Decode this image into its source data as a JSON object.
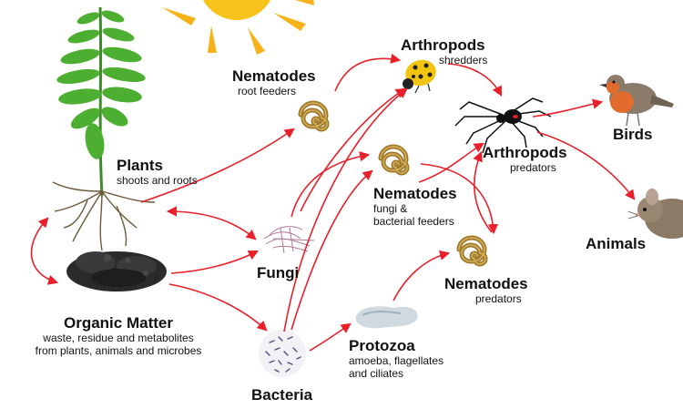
{
  "diagram": {
    "nodes": {
      "plants": {
        "title": "Plants",
        "subtitle": "shoots and roots"
      },
      "organic_matter": {
        "title": "Organic Matter",
        "subtitle_line1": "waste, residue and metabolites",
        "subtitle_line2": "from plants, animals and microbes"
      },
      "fungi": {
        "title": "Fungi"
      },
      "bacteria": {
        "title": "Bacteria"
      },
      "nematodes_root": {
        "title": "Nematodes",
        "subtitle": "root feeders"
      },
      "nematodes_fungi": {
        "title": "Nematodes",
        "subtitle_line1": "fungi &",
        "subtitle_line2": "bacterial feeders"
      },
      "nematodes_pred": {
        "title": "Nematodes",
        "subtitle": "predators"
      },
      "protozoa": {
        "title": "Protozoa",
        "subtitle_line1": "amoeba, flagellates",
        "subtitle_line2": "and ciliates"
      },
      "arthropods_shred": {
        "title": "Arthropods",
        "subtitle": "shredders"
      },
      "arthropods_pred": {
        "title": "Arthropods",
        "subtitle": "predators"
      },
      "birds": {
        "title": "Birds"
      },
      "animals": {
        "title": "Animals"
      }
    },
    "colors": {
      "arrow": "#e8202a",
      "worm": "#a07a2c",
      "soil": "#2a2a2a",
      "leaf": "#4caf32",
      "sun": "#f7c21a"
    },
    "icons": [
      "sun-icon",
      "plant-icon",
      "soil-icon",
      "fungi-icon",
      "bacteria-icon",
      "protozoa-icon",
      "nematode-icon",
      "ladybug-icon",
      "spider-icon",
      "bird-icon",
      "mouse-icon"
    ]
  }
}
